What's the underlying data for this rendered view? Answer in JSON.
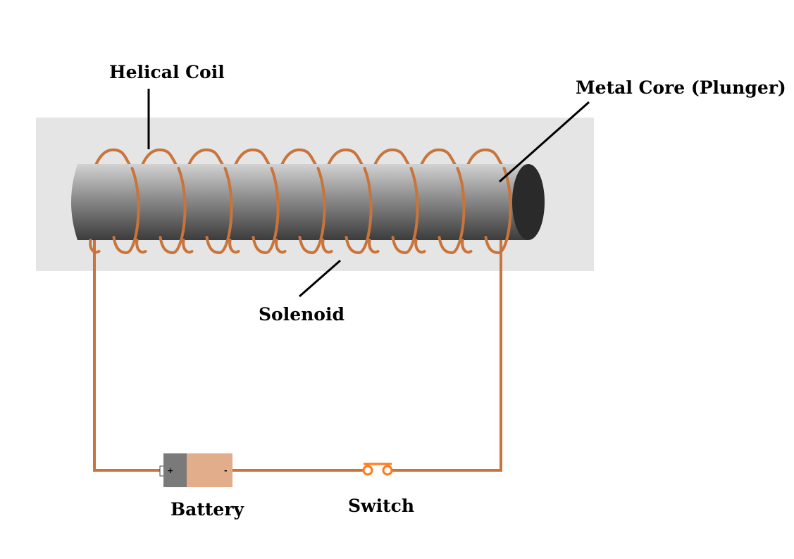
{
  "labels": {
    "helical_coil": "Helical Coil",
    "metal_core": "Metal Core (Plunger)",
    "solenoid": "Solenoid",
    "battery": "Battery",
    "switch": "Switch",
    "battery_plus": "+",
    "battery_minus": "-"
  },
  "colors": {
    "background_panel": "#e5e5e5",
    "copper_wire": "#c8743a",
    "core_light": "#d0d0d0",
    "core_dark": "#3a3a3a",
    "core_end": "#2a2a2a",
    "battery_terminal": "#7a7a7a",
    "battery_body": "#e2ad8a",
    "switch_orange": "#ff7a1a"
  },
  "coil": {
    "turns": 9
  }
}
